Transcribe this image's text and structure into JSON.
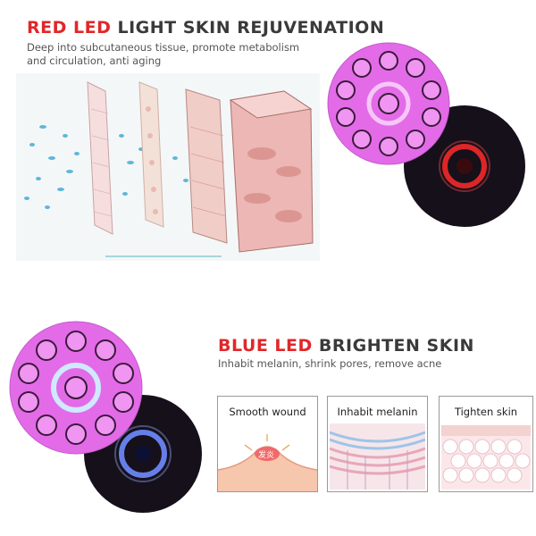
{
  "section_red": {
    "title_highlight": "RED LED",
    "title_rest": "LIGHT SKIN REJUVENATION",
    "subtitle_line1": "Deep into subcutaneous tissue, promote metabolism",
    "subtitle_line2": "and circulation, anti aging",
    "device_icon": "red-led-device-icon",
    "illustration_icon": "skin-layers-illustration"
  },
  "section_blue": {
    "title_highlight": "BLUE LED",
    "title_rest": "BRIGHTEN SKIN",
    "subtitle": "Inhabit melanin, shrink pores, remove acne",
    "device_icon": "blue-led-device-icon"
  },
  "panels": [
    {
      "label": "Smooth wound",
      "inner_text": "发炎"
    },
    {
      "label": "Inhabit melanin"
    },
    {
      "label": "Tighten skin"
    }
  ],
  "colors": {
    "accent_red": "#e0272a",
    "title_dark": "#3a3a3a",
    "device_pink": "#e36be8",
    "device_dark": "#15101a",
    "led_red": "#ff2a2a",
    "led_blue": "#6f8cff"
  }
}
